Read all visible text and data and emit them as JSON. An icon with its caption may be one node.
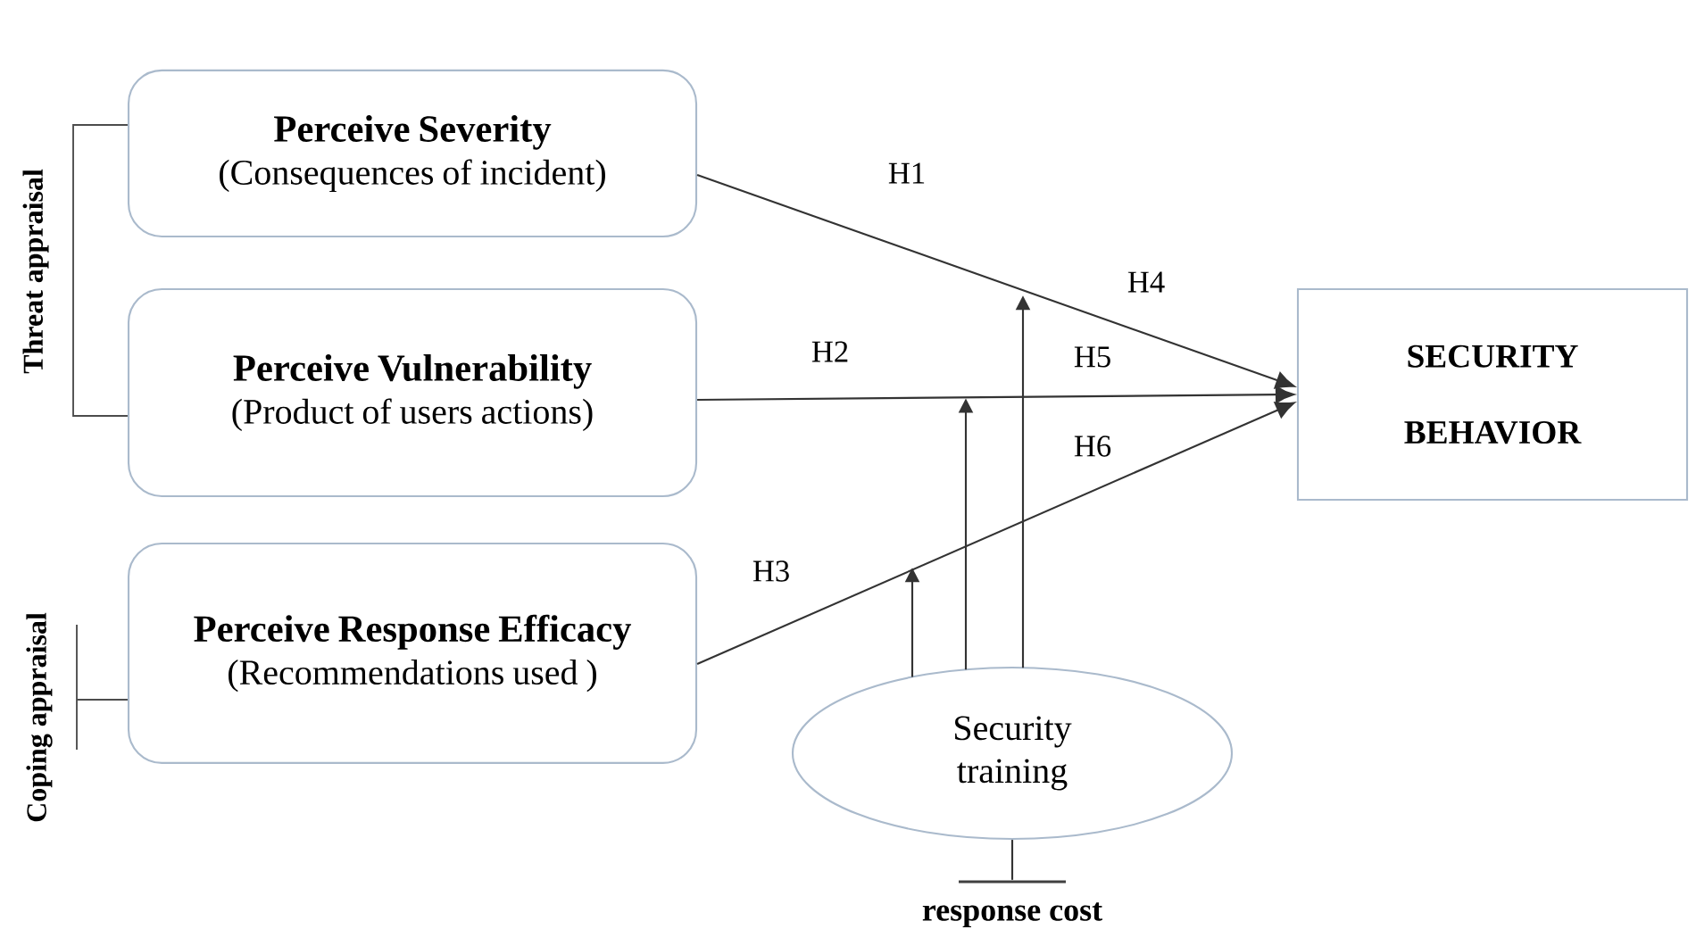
{
  "diagram": {
    "nodes": [
      {
        "text": [
          "Perceive Severity",
          "(Consequences of incident)"
        ]
      },
      {
        "text": [
          "Perceive Vulnerability",
          "(Product of users actions)"
        ]
      },
      {
        "text": [
          "Perceive Response Efficacy",
          "(Recommendations used )"
        ]
      },
      {
        "text": [
          "SECURITY BEHAVIOR"
        ]
      },
      {
        "text": [
          "Security training"
        ]
      },
      {
        "text": [],
        "shape": "bar",
        "beside": [
          "response cost"
        ]
      }
    ],
    "edges": [
      {
        "from": 0,
        "to": 3,
        "arrow": "to",
        "label": "H1"
      },
      {
        "from": 1,
        "to": 3,
        "arrow": "to",
        "label": "H2"
      },
      {
        "from": 2,
        "to": 3,
        "arrow": "to",
        "label": "H3"
      },
      {
        "from": 4,
        "to": null,
        "arrow": "to"
      },
      {
        "from": 4,
        "to": null,
        "arrow": "to"
      },
      {
        "from": 4,
        "to": null,
        "arrow": "to"
      },
      {
        "from": 4,
        "to": 5,
        "arrow": "none"
      }
    ],
    "labels": [
      "Threat appraisal",
      "H4",
      "H5",
      "H6",
      "Coping appraisal"
    ]
  }
}
